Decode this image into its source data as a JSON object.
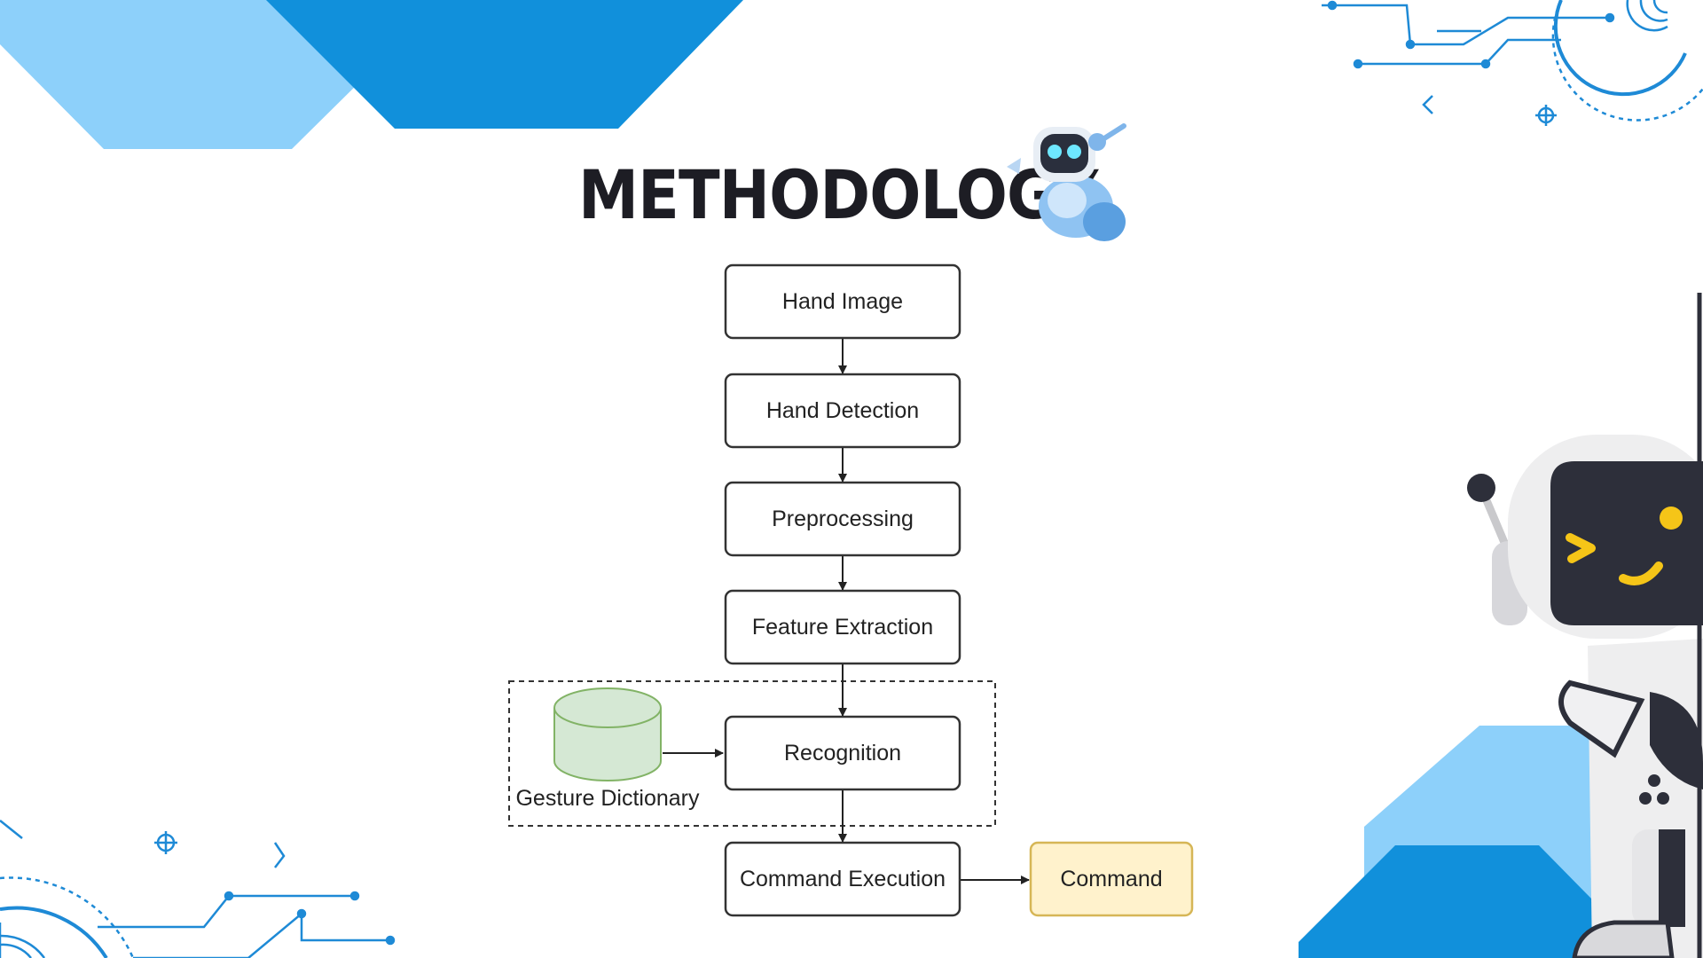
{
  "slide": {
    "title": "METHODOLOGY",
    "colors": {
      "accent_dark": "#1190db",
      "accent_light": "#8dd0fa",
      "title_text": "#1d1d24",
      "circuit": "#1e8ad6",
      "box_stroke": "#333333",
      "database_fill": "#d5e8d4",
      "database_stroke": "#82b366",
      "command_fill": "#fff2cc",
      "command_stroke": "#d6b656"
    }
  },
  "flowchart": {
    "nodes": [
      {
        "id": "hand-image",
        "label": "Hand Image"
      },
      {
        "id": "hand-detection",
        "label": "Hand Detection"
      },
      {
        "id": "preprocessing",
        "label": "Preprocessing"
      },
      {
        "id": "feature-extraction",
        "label": "Feature Extraction"
      },
      {
        "id": "recognition",
        "label": "Recognition"
      },
      {
        "id": "command-execution",
        "label": "Command Execution"
      },
      {
        "id": "command",
        "label": "Command"
      }
    ],
    "database": {
      "label": "Gesture Dictionary"
    },
    "edges": [
      [
        "hand-image",
        "hand-detection"
      ],
      [
        "hand-detection",
        "preprocessing"
      ],
      [
        "preprocessing",
        "feature-extraction"
      ],
      [
        "feature-extraction",
        "recognition"
      ],
      [
        "gesture-dictionary",
        "recognition"
      ],
      [
        "recognition",
        "command-execution"
      ],
      [
        "command-execution",
        "command"
      ]
    ]
  },
  "decorations": {
    "top_left_shapes": "blue-hexagon-shapes",
    "bottom_right_shapes": "blue-hexagon-shapes",
    "circuits": [
      "circuit-top-right",
      "circuit-bottom-left"
    ],
    "robots": [
      "small-robot-icon",
      "peeking-robot-illustration"
    ]
  }
}
